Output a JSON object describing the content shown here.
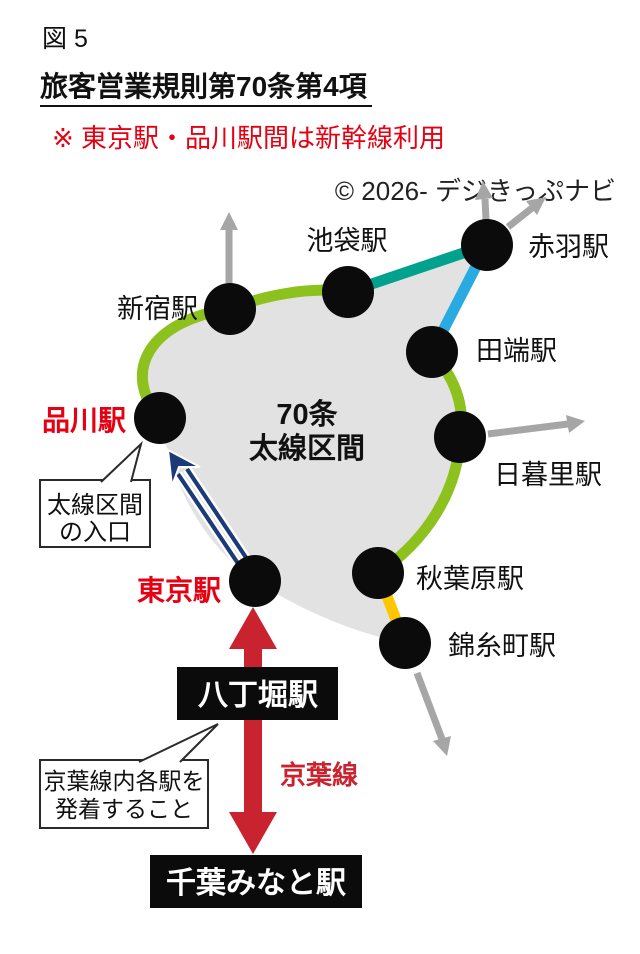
{
  "header": {
    "figure_label": "図 5",
    "title": "旅客営業規則第70条第4項",
    "note": "※ 東京駅・品川駅間は新幹線利用",
    "copyright": "© 2026- デジきっぷナビ"
  },
  "diagram": {
    "center_label": {
      "line1": "70条",
      "line2": "太線区間"
    },
    "stations": {
      "shinjuku": {
        "label": "新宿駅"
      },
      "ikebukuro": {
        "label": "池袋駅"
      },
      "akabane": {
        "label": "赤羽駅"
      },
      "tabata": {
        "label": "田端駅"
      },
      "shinagawa": {
        "label": "品川駅"
      },
      "nippori": {
        "label": "日暮里駅"
      },
      "akihabara": {
        "label": "秋葉原駅"
      },
      "tokyo": {
        "label": "東京駅"
      },
      "kinshicho": {
        "label": "錦糸町駅"
      },
      "hatchobori": {
        "label": "八丁堀駅"
      },
      "chiba_minato": {
        "label": "千葉みなと駅"
      }
    },
    "callouts": {
      "entrance": {
        "line1": "太線区間",
        "line2": "の入口"
      },
      "keiyo": {
        "line1": "京葉線内各駅を",
        "line2": "発着すること"
      }
    },
    "keiyo_line_label": "京葉線",
    "colors": {
      "loop_green": "#8dc21e",
      "ikebukuro_akabane_teal": "#00a28e",
      "akabane_tabata_blue": "#29abe2",
      "akihabara_kinshicho_yellow": "#fdc600",
      "bold_section_fill": "#e2e2e2",
      "outward_arrow_gray": "#a6a6a6",
      "station_red": "#e60012",
      "keiyo_arrow_red": "#c9232f",
      "shinkansen_arrow_navy": "#1a3a78"
    }
  }
}
